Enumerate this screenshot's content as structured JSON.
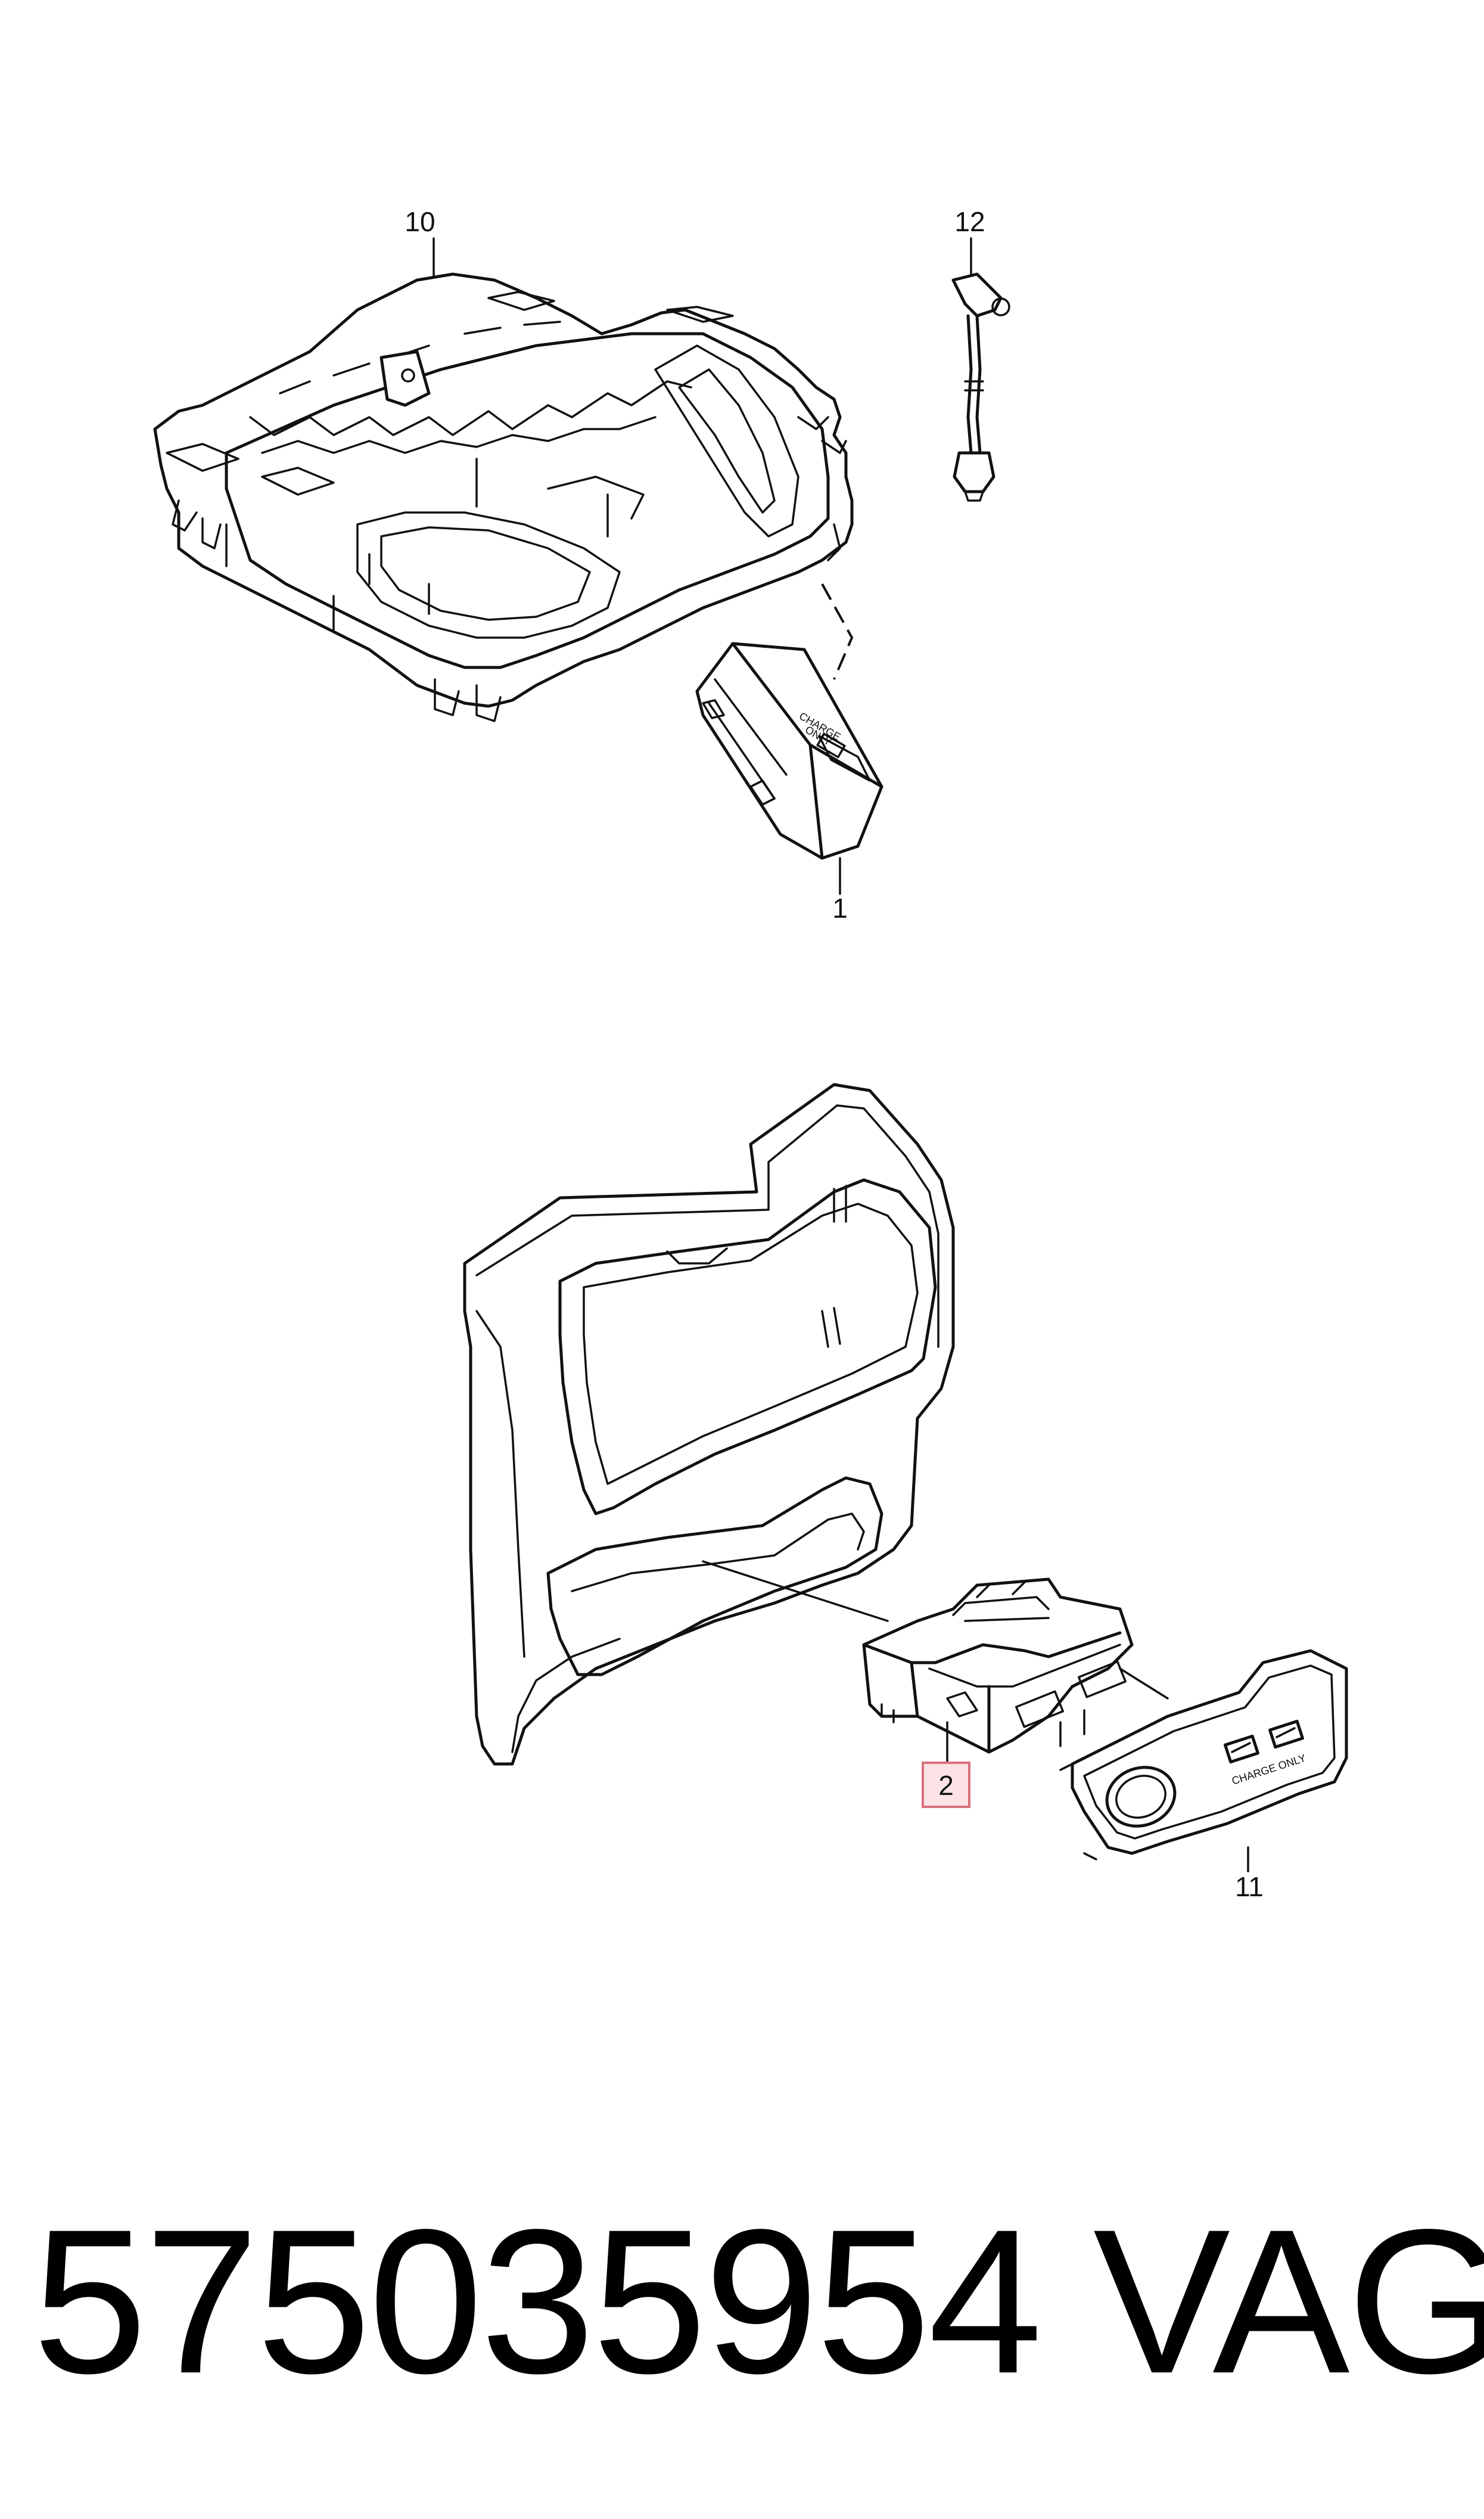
{
  "callouts": {
    "c10": "10",
    "c12": "12",
    "c1": "1",
    "c2": "2",
    "c11": "11"
  },
  "labels": {
    "module_charge_only_line1": "CHARGE",
    "module_charge_only_line2": "ONLY",
    "bezel_charge_only": "CHARGE ONLY"
  },
  "footer": {
    "part_number": "575035954",
    "brand": "VAG"
  },
  "colors": {
    "line": "#111111",
    "highlight_fill": "#fbe3e6",
    "highlight_stroke": "#d9707c"
  }
}
